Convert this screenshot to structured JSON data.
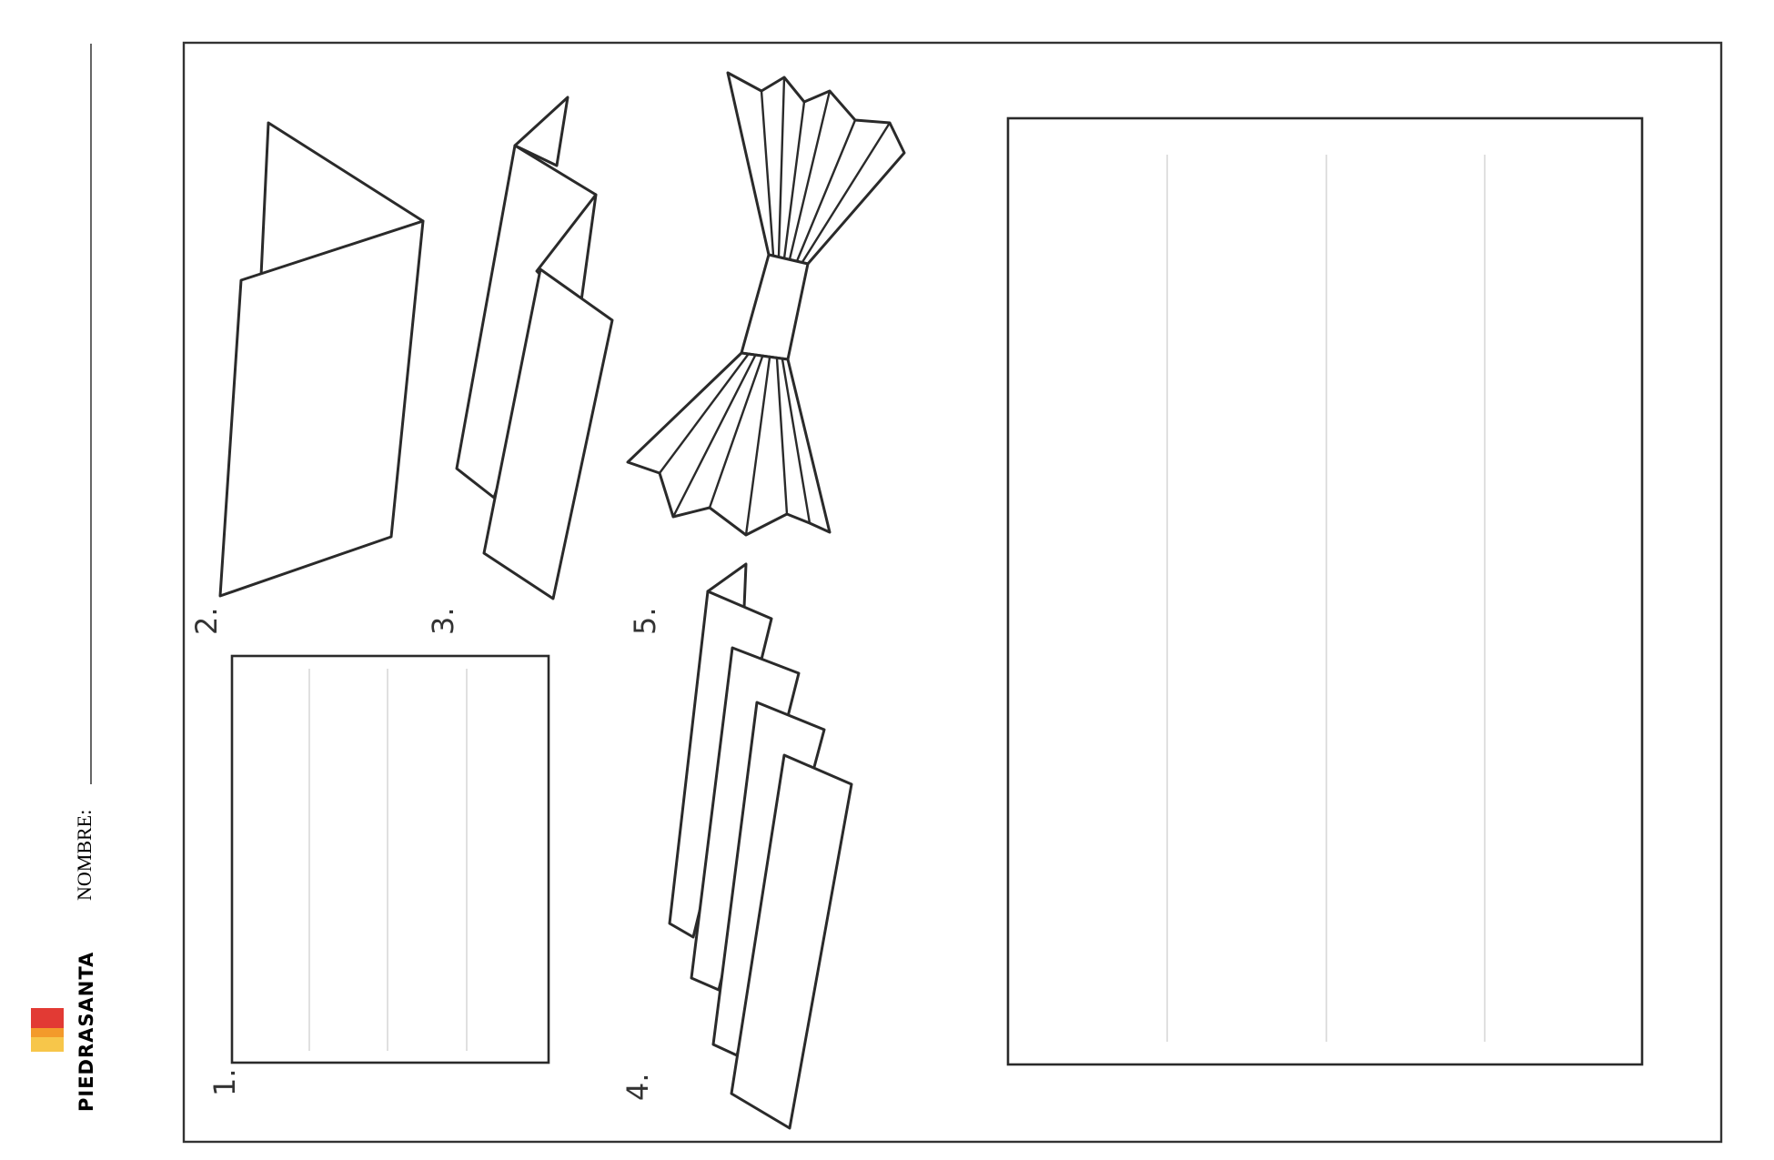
{
  "brand": {
    "name": "PIEDRASANTA",
    "colors": {
      "red": "#e23a34",
      "orange": "#f39a2b",
      "yellow": "#f7c64a"
    }
  },
  "header": {
    "name_label": "NOMBRE:"
  },
  "steps": [
    {
      "number": "1."
    },
    {
      "number": "2."
    },
    {
      "number": "3."
    },
    {
      "number": "4."
    },
    {
      "number": "5."
    }
  ]
}
